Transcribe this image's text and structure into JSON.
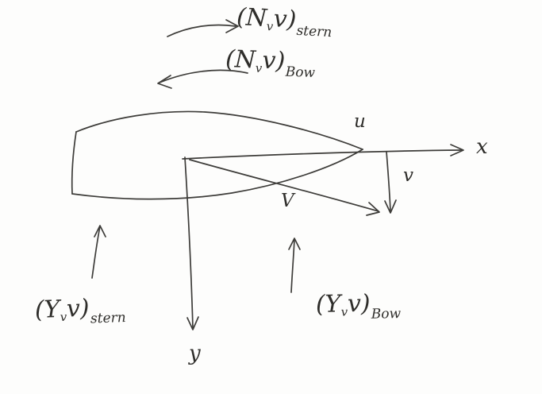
{
  "colors": {
    "ink": "#3d3c39",
    "background": "#fdfdfc"
  },
  "labels": {
    "n_stern": {
      "pre": "(N",
      "sub1": "v",
      "post": "v)",
      "subscript": "stern"
    },
    "n_bow": {
      "pre": "(N",
      "sub1": "v",
      "post": "v)",
      "subscript": "Bow"
    },
    "y_stern": {
      "pre": "(Y",
      "sub1": "v",
      "post": "v)",
      "subscript": "stern"
    },
    "y_bow": {
      "pre": "(Y",
      "sub1": "v",
      "post": "v)",
      "subscript": "Bow"
    },
    "axis_x": "x",
    "axis_y": "y",
    "surge_velocity": "u",
    "sway_velocity": "v",
    "total_velocity": "V"
  }
}
